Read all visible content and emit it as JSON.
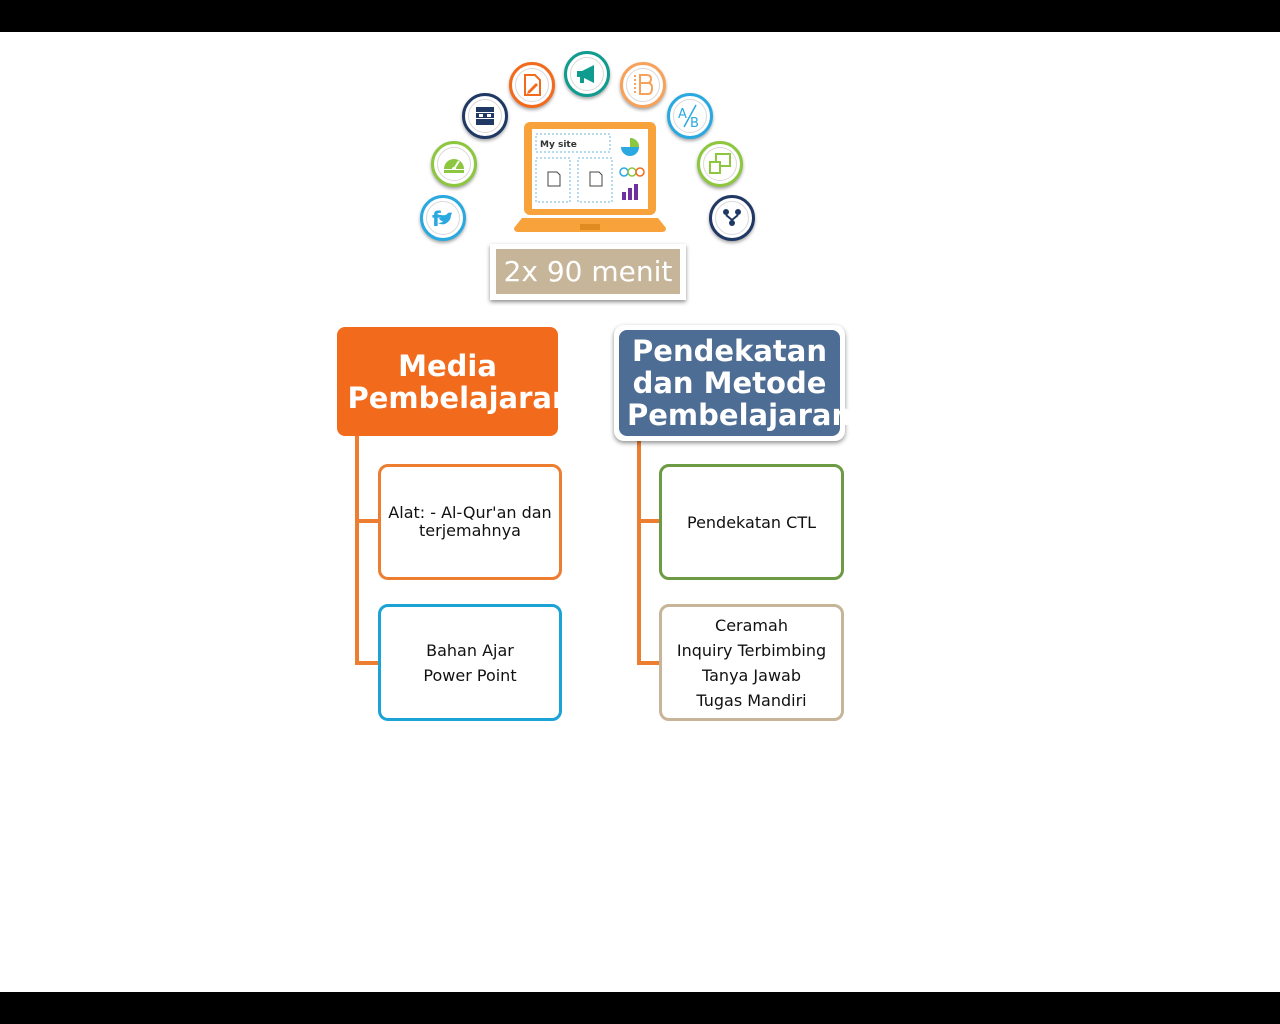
{
  "duration": {
    "label": "2x 90 menit"
  },
  "laptop": {
    "screen_label": "My site"
  },
  "icons": [
    {
      "name": "social-media-icon",
      "color": "#2aa9e0"
    },
    {
      "name": "speedometer-icon",
      "color": "#8dc63f"
    },
    {
      "name": "database-icon",
      "color": "#1f3864"
    },
    {
      "name": "edit-document-icon",
      "color": "#f26b1d"
    },
    {
      "name": "megaphone-icon",
      "color": "#0f9b8e"
    },
    {
      "name": "layout-icon",
      "color": "#f7a25a"
    },
    {
      "name": "ab-test-icon",
      "color": "#2aa9e0"
    },
    {
      "name": "responsive-devices-icon",
      "color": "#8dc63f"
    },
    {
      "name": "network-users-icon",
      "color": "#1f3864"
    }
  ],
  "left_branch": {
    "title": "Media Pembelajaran",
    "items": [
      {
        "lines": [
          "Alat: - Al-Qur'an dan",
          "terjemahnya"
        ],
        "border_color": "#ed7d31"
      },
      {
        "lines": [
          "Bahan Ajar",
          "Power Point"
        ],
        "border_color": "#1aa3d4"
      }
    ]
  },
  "right_branch": {
    "title": "Pendekatan dan Metode Pembelajaran",
    "items": [
      {
        "lines": [
          "Pendekatan CTL"
        ],
        "border_color": "#6d9a44"
      },
      {
        "lines": [
          "Ceramah",
          "Inquiry Terbimbing",
          "Tanya Jawab",
          "Tugas Mandiri"
        ],
        "border_color": "#c6b598"
      }
    ]
  },
  "colors": {
    "orange": "#f26b1d",
    "blue_header": "#4e6d95",
    "connector": "#ed7d31"
  }
}
